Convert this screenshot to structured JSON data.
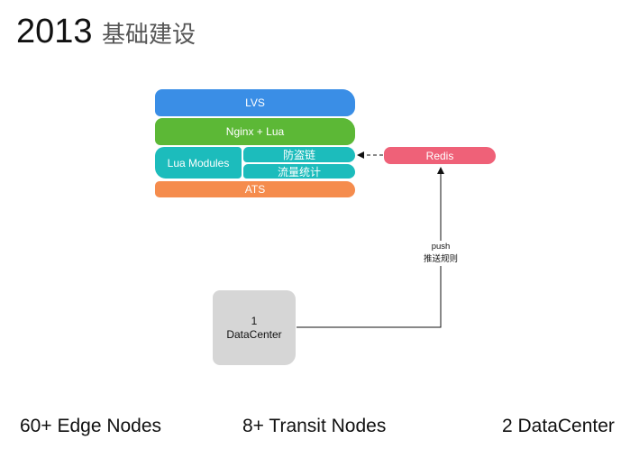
{
  "header": {
    "year": "2013",
    "subtitle": "基础建设"
  },
  "stack": {
    "lvs": "LVS",
    "nginx": "Nginx + Lua",
    "lua_modules": "Lua Modules",
    "anti_leech": "防盗链",
    "traffic_stats": "流量统计",
    "ats": "ATS"
  },
  "redis": "Redis",
  "datacenter": {
    "line1": "1",
    "line2": "DataCenter"
  },
  "push": {
    "line1": "push",
    "line2": "推送规则"
  },
  "footer": {
    "edge": "60+ Edge Nodes",
    "transit": "8+ Transit Nodes",
    "dc": "2 DataCenter"
  },
  "colors": {
    "lvs": "#3a8ee6",
    "nginx": "#5cb836",
    "lua": "#1cbcbc",
    "ats": "#f58c4d",
    "redis": "#ef6178",
    "datacenter": "#d6d6d6"
  }
}
